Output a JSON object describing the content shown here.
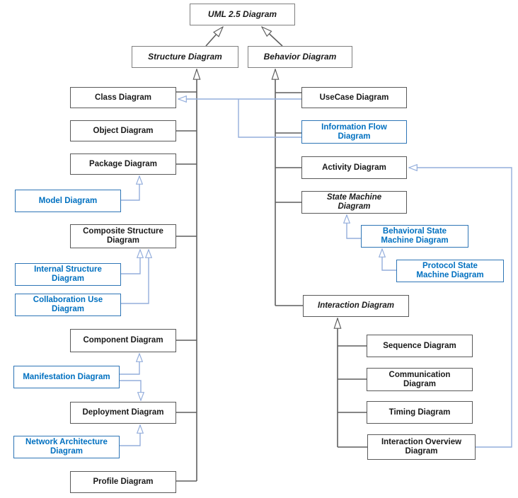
{
  "diagram_title": "UML 2.5 Diagram taxonomy",
  "colors": {
    "background": "#ffffff",
    "standard_border": "#595959",
    "toplevel_border": "#7f7f7f",
    "standard_text": "#1a1a1a",
    "custom_border": "#2E75B6",
    "custom_text": "#0070C0",
    "standard_line": "#5f5f5f",
    "custom_line": "#94AEDC"
  },
  "nodes": {
    "uml": {
      "label": "UML 2.5 Diagram",
      "abstract": true
    },
    "structure": {
      "label": "Structure Diagram",
      "abstract": true
    },
    "behavior": {
      "label": "Behavior Diagram",
      "abstract": true
    },
    "class": {
      "label": "Class Diagram"
    },
    "object": {
      "label": "Object Diagram"
    },
    "package": {
      "label": "Package Diagram"
    },
    "model": {
      "label": "Model Diagram",
      "custom": true
    },
    "composite": {
      "label": "Composite Structure\nDiagram"
    },
    "internal_structure": {
      "label": "Internal Structure\nDiagram",
      "custom": true
    },
    "collaboration_use": {
      "label": "Collaboration Use\nDiagram",
      "custom": true
    },
    "component": {
      "label": "Component Diagram"
    },
    "manifestation": {
      "label": "Manifestation Diagram",
      "custom": true
    },
    "deployment": {
      "label": "Deployment Diagram"
    },
    "network_architecture": {
      "label": "Network Architecture\nDiagram",
      "custom": true
    },
    "profile": {
      "label": "Profile Diagram"
    },
    "usecase": {
      "label": "UseCase Diagram"
    },
    "information_flow": {
      "label": "Information Flow\nDiagram",
      "custom": true
    },
    "activity": {
      "label": "Activity Diagram"
    },
    "state_machine": {
      "label": "State Machine\nDiagram",
      "abstract": true
    },
    "behavioral_sm": {
      "label": "Behavioral State\nMachine Diagram",
      "custom": true
    },
    "protocol_sm": {
      "label": "Protocol State\nMachine Diagram",
      "custom": true
    },
    "interaction": {
      "label": "Interaction Diagram",
      "abstract": true
    },
    "sequence": {
      "label": "Sequence Diagram"
    },
    "communication": {
      "label": "Communication\nDiagram"
    },
    "timing": {
      "label": "Timing Diagram"
    },
    "interaction_overview": {
      "label": "Interaction Overview\nDiagram"
    }
  },
  "relations": {
    "standard_edges": [
      {
        "from": "structure",
        "to": "uml"
      },
      {
        "from": "behavior",
        "to": "uml"
      },
      {
        "from": "class",
        "to": "structure"
      },
      {
        "from": "object",
        "to": "structure"
      },
      {
        "from": "package",
        "to": "structure"
      },
      {
        "from": "composite",
        "to": "structure"
      },
      {
        "from": "component",
        "to": "structure"
      },
      {
        "from": "deployment",
        "to": "structure"
      },
      {
        "from": "profile",
        "to": "structure"
      },
      {
        "from": "usecase",
        "to": "behavior"
      },
      {
        "from": "information_flow",
        "to": "behavior"
      },
      {
        "from": "activity",
        "to": "behavior"
      },
      {
        "from": "state_machine",
        "to": "behavior"
      },
      {
        "from": "interaction",
        "to": "behavior"
      },
      {
        "from": "sequence",
        "to": "interaction"
      },
      {
        "from": "communication",
        "to": "interaction"
      },
      {
        "from": "timing",
        "to": "interaction"
      },
      {
        "from": "interaction_overview",
        "to": "interaction"
      }
    ],
    "custom_edges": [
      {
        "from": "model",
        "to": "package"
      },
      {
        "from": "internal_structure",
        "to": "composite"
      },
      {
        "from": "collaboration_use",
        "to": "composite"
      },
      {
        "from": "manifestation",
        "to": "component"
      },
      {
        "from": "manifestation",
        "to": "deployment"
      },
      {
        "from": "network_architecture",
        "to": "deployment"
      },
      {
        "from": "information_flow",
        "to": "class"
      },
      {
        "from": "usecase",
        "to": "class"
      },
      {
        "from": "behavioral_sm",
        "to": "state_machine"
      },
      {
        "from": "protocol_sm",
        "to": "behavioral_sm"
      },
      {
        "from": "interaction_overview",
        "to": "activity"
      }
    ]
  }
}
